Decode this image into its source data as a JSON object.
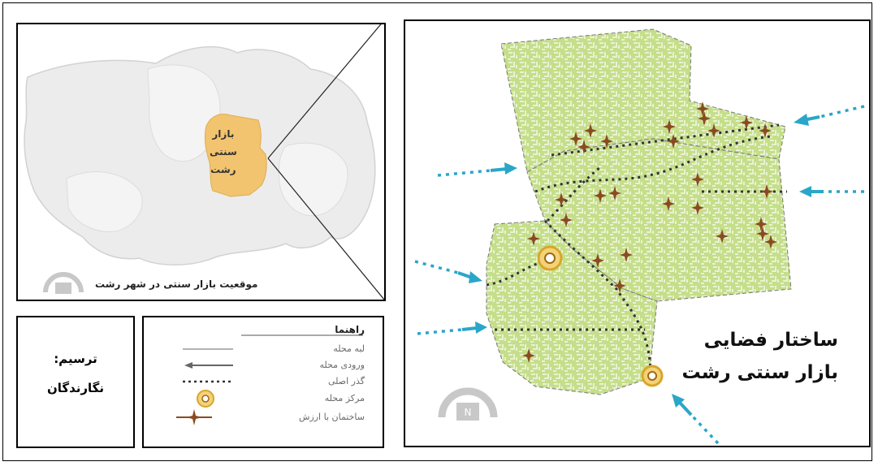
{
  "location_map": {
    "bazaar_label_lines": [
      "بازار",
      "سنتی",
      "رشت"
    ],
    "caption": "موقعیت بازار سنتی در شهر رشت"
  },
  "credit": {
    "line1": "ترسیم:",
    "line2": "نگارندگان"
  },
  "legend": {
    "title": "راهنما",
    "items": [
      {
        "label": "لبه محله",
        "symbol": "solid-line"
      },
      {
        "label": "ورودی محله",
        "symbol": "arrow"
      },
      {
        "label": "گذر اصلی",
        "symbol": "dotted-line"
      },
      {
        "label": "مرکز محله",
        "symbol": "ring"
      },
      {
        "label": "ساختمان با ارزش",
        "symbol": "star"
      }
    ]
  },
  "main_map": {
    "title_line1": "ساختار فضایی",
    "title_line2": "بازار سنتی رشت",
    "north_label": "N"
  },
  "colors": {
    "fabric_green": "#c5de8a",
    "bazaar_orange": "#f2c46f",
    "path_dark": "#333333",
    "entrance_blue": "#2aa6c9",
    "star_brown": "#8a4a21",
    "ring_orange": "#d9a628"
  }
}
